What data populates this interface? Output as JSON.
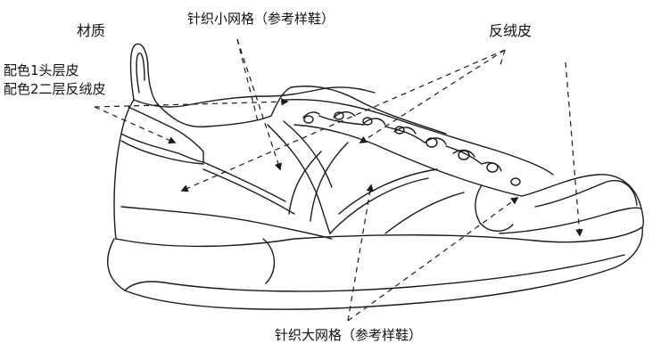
{
  "labels": {
    "material": "材质",
    "color1": "配色1头层皮",
    "color2": "配色2二层反绒皮",
    "knit_small": "针织小网格（参考样鞋）",
    "suede": "反绒皮",
    "knit_large": "针织大网格（参考样鞋）"
  },
  "colors": {
    "line": "#1a1a1a",
    "background": "#ffffff"
  }
}
